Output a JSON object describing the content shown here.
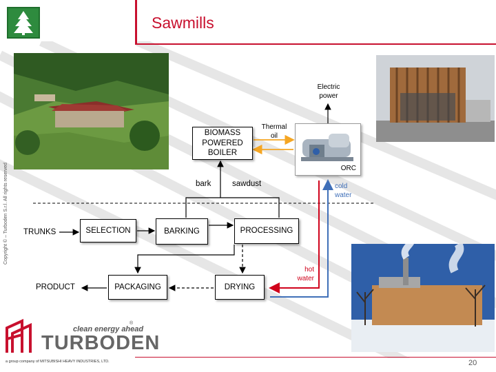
{
  "header": {
    "title": "Sawmills"
  },
  "copyright": "Copyright © – Turboden S.r.l. All rights reserved",
  "diagram": {
    "boiler": "BIOMASS\nPOWERED\nBOILER",
    "thermal_oil": "Thermal\noil",
    "electric_power": "Electric\npower",
    "orc": "ORC",
    "bark": "bark",
    "sawdust": "sawdust",
    "cold_water": "cold\nwater",
    "hot_water": "hot\nwater",
    "trunks": "TRUNKS",
    "selection": "SELECTION",
    "barking": "BARKING",
    "processing": "PROCESSING",
    "product": "PRODUCT",
    "packaging": "PACKAGING",
    "drying": "DRYING"
  },
  "footer": {
    "tagline": "clean energy ahead",
    "brand": "TURBODEN",
    "registered": "®",
    "group": "a group company of MITSUBISHI HEAVY INDUSTRIES, LTD.",
    "page_number": "20"
  },
  "colors": {
    "brand_red": "#c8102e",
    "thermal_oil": "#f5a623",
    "hot_water": "#d0021b",
    "cold_water": "#3f6fb8"
  }
}
